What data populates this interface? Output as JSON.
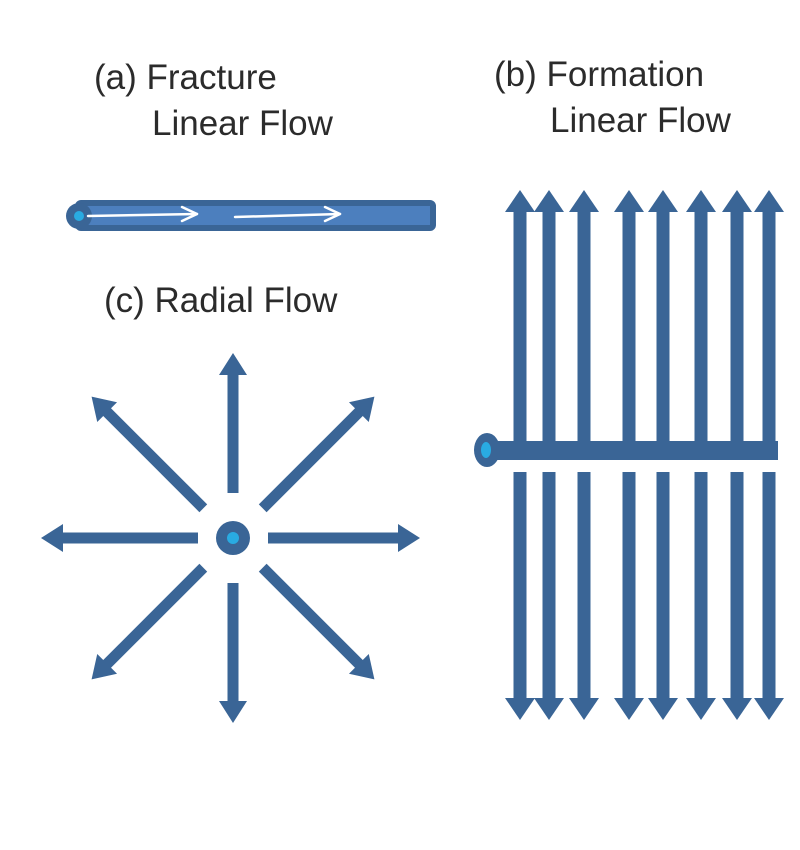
{
  "colors": {
    "flow_blue": "#3a6596",
    "fracture_fill": "#4c7fbe",
    "well_dot": "#29abe2",
    "arrow_white": "#ffffff"
  },
  "panels": {
    "fracture_linear": {
      "label_line1": "(a) Fracture",
      "label_line2": "Linear Flow"
    },
    "formation_linear": {
      "label_line1": "(b) Formation",
      "label_line2": "Linear Flow"
    },
    "radial": {
      "label": "(c) Radial Flow"
    }
  }
}
